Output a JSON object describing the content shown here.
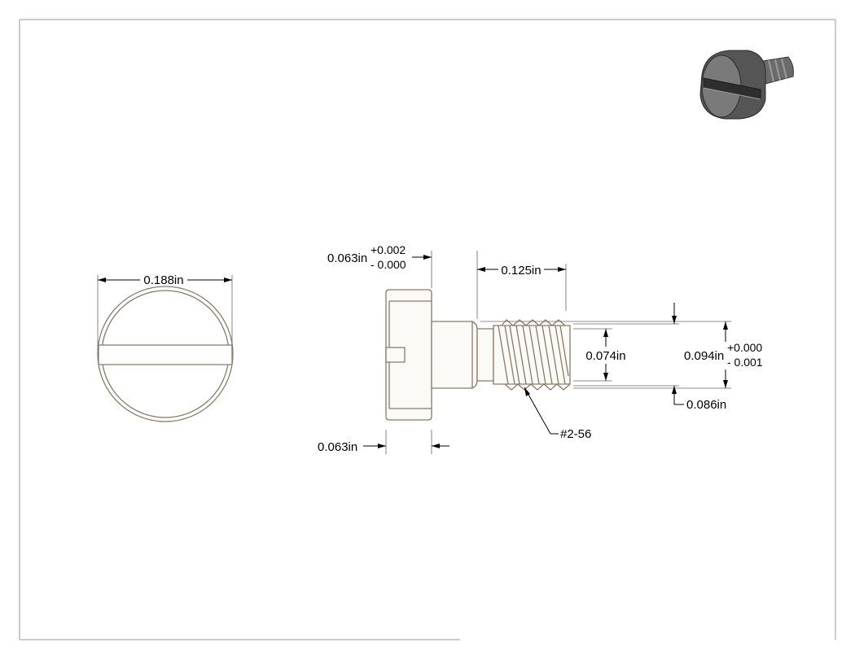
{
  "drawing": {
    "end_view": {
      "diameter": "0.188in"
    },
    "side_view": {
      "head_height": "0.063in",
      "head_height_tol_plus": "+0.002",
      "head_height_tol_minus": "- 0.000",
      "thread_length": "0.125in",
      "minor_diameter": "0.074in",
      "shoulder_diameter": "0.094in",
      "shoulder_tol_plus": "+0.000",
      "shoulder_tol_minus": "- 0.001",
      "thread_major_diameter": "0.086in",
      "thread_callout": "#2-56",
      "shoulder_length": "0.063in"
    },
    "iso_view": {
      "icon": "slotted-shoulder-screw-icon"
    }
  }
}
